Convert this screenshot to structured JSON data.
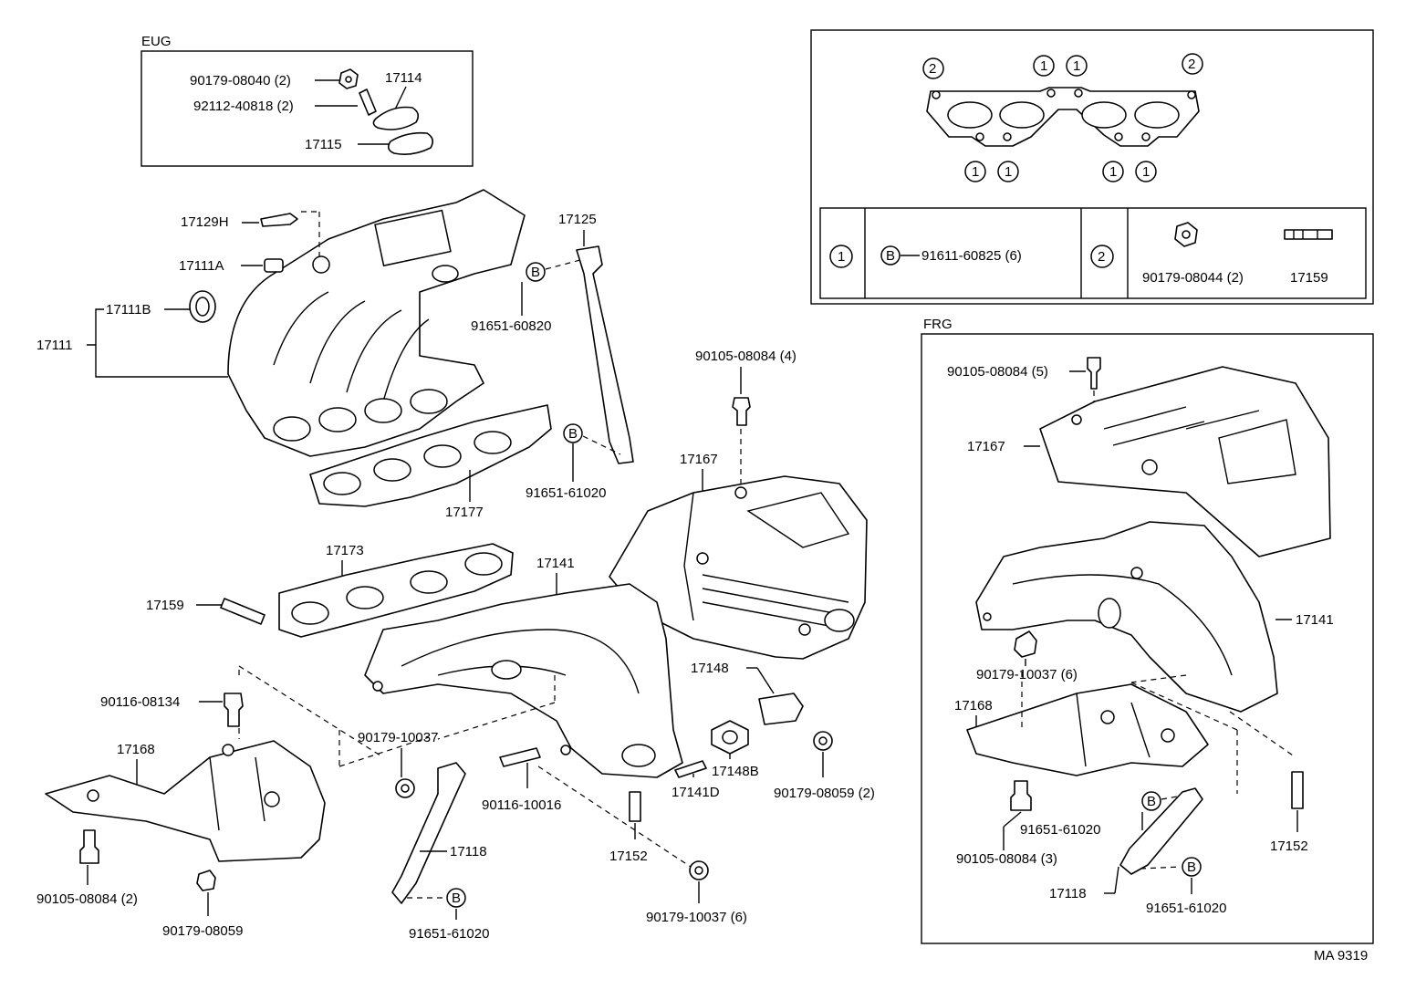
{
  "sections": {
    "eug": "EUG",
    "frg": "FRG"
  },
  "eug_labels": {
    "p1": "90179-08040 (2)",
    "p2": "92112-40818 (2)",
    "p3": "17114",
    "p4": "17115"
  },
  "main_labels": {
    "l17129h": "17129H",
    "l17111a": "17111A",
    "l17111b": "17111B",
    "l17111": "17111",
    "l17125": "17125",
    "l91651_60820": "91651-60820",
    "l91651_61020a": "91651-61020",
    "l17177": "17177",
    "l90105_4": "90105-08084 (4)",
    "l17167": "17167",
    "l17173": "17173",
    "l17141": "17141",
    "l17159": "17159",
    "l17148": "17148",
    "l17148b": "17148B",
    "l90116_08134": "90116-08134",
    "l90179_10037a": "90179-10037",
    "l17168": "17168",
    "l90116_10016": "90116-10016",
    "l17141d": "17141D",
    "l90179_08059_2": "90179-08059 (2)",
    "l17118": "17118",
    "l17152": "17152",
    "l90105_2": "90105-08084 (2)",
    "l90179_08059": "90179-08059",
    "l91651_61020b": "91651-61020",
    "l90179_10037_6": "90179-10037 (6)"
  },
  "legend": {
    "circle1": "1",
    "circle2": "2",
    "b_mark": "B",
    "row1_part": "91611-60825 (6)",
    "row2_nut": "90179-08044 (2)",
    "row2_stud": "17159"
  },
  "frg_labels": {
    "l90105_5": "90105-08084 (5)",
    "l17167": "17167",
    "l17141": "17141",
    "l90179_10037_6": "90179-10037 (6)",
    "l17168": "17168",
    "l91651_61020a": "91651-61020",
    "l17152": "17152",
    "l90105_3": "90105-08084 (3)",
    "l17118": "17118",
    "l91651_61020b": "91651-61020"
  },
  "code": "MA 9319"
}
